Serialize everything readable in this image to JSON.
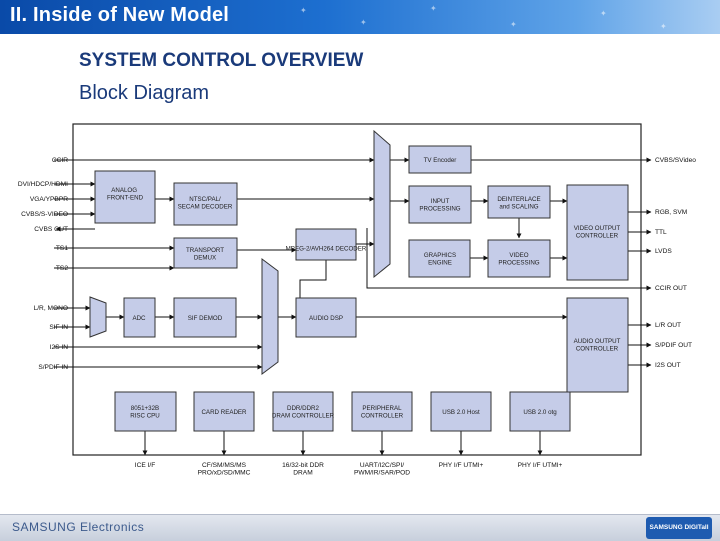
{
  "header": {
    "title": "II. Inside of New Model"
  },
  "section": {
    "title": "SYSTEM CONTROL OVERVIEW",
    "subtitle": "Block Diagram"
  },
  "blocks": {
    "analog_frontend": "ANALOG FRONT-END",
    "ntsc_decoder": "NTSC/PAL/ SECAM DECODER",
    "transport_demux": "TRANSPORT DEMUX",
    "mpeg_decoder": "MPEG-2/AVH264 DECODER",
    "tv_encoder": "TV Encoder",
    "input_processing": "INPUT PROCESSING",
    "deinterlace": "DEINTERLACE and SCALING",
    "graphics_engine": "GRAPHICS ENGINE",
    "video_processing": "VIDEO PROCESSING",
    "video_output_controller": "VIDEO OUTPUT CONTROLLER",
    "adc": "ADC",
    "sif_demod": "SIF DEMOD",
    "audio_dsp": "AUDIO DSP",
    "audio_output_controller": "AUDIO OUTPUT CONTROLLER",
    "cpu": "8051+32B RISC CPU",
    "card_reader": "CARD READER",
    "ddr_controller": "DDR/DDR2 DRAM CONTROLLER",
    "peripheral_controller": "PERIPHERAL CONTROLLER",
    "usb_host": "USB 2.0 Host",
    "usb_otg": "USB 2.0 otg"
  },
  "inputs": {
    "ccir": "CCIR",
    "dvi": "DVI/HDCP/HDMI",
    "vga": "VGA/YPBPR",
    "cvbs_video": "CVBS/S-VIDEO",
    "cvbs_out": "CVBS OUT",
    "ts1": "TS1",
    "ts2": "TS2",
    "lr_mono": "L/R, MONO",
    "sif_in": "SIF IN",
    "i2s_in": "I2S IN",
    "spdif_in": "S/PDIF IN"
  },
  "outputs": {
    "cvbs_svideo": "CVBS/SVideo",
    "rgb_svm": "RGB, SVM",
    "ttl": "TTL",
    "lvds": "LVDS",
    "ccir_out": "CCIR OUT",
    "lr_out": "L/R OUT",
    "spdif_out": "S/PDIF OUT",
    "i2s_out": "I2S OUT"
  },
  "bottom_ports": {
    "ice": "ICE I/F",
    "cf": "CF/SM/MS/MS PRO/xD/SD/MMC",
    "ddr": "16/32-bit DDR DRAM",
    "uart": "UART/I2C/SPI/ PWM/IR/SAR/POD",
    "phy_host": "PHY I/F UTMI+",
    "phy_otg": "PHY I/F UTMI+"
  },
  "footer": {
    "brand": "SAMSUNG Electronics",
    "logo_text": "SAMSUNG DIGITall"
  },
  "colors": {
    "header_blue": "#1d6fd0",
    "block_fill": "#c5cce8",
    "title_navy": "#1a3a7a"
  }
}
